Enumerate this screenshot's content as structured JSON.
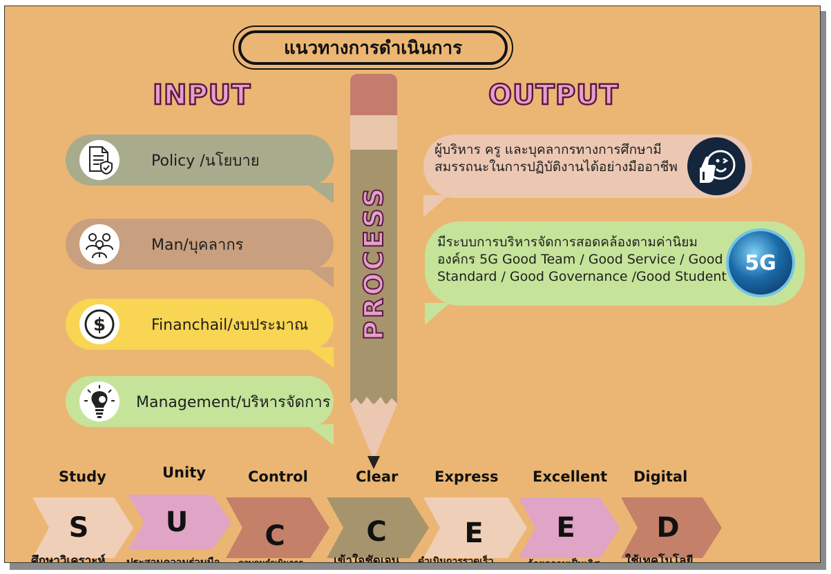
{
  "title": "แนวทางการดำเนินการ",
  "input_heading": "INPUT",
  "output_heading": "OUTPUT",
  "process_label": "PROCESS",
  "inputs": [
    {
      "label": "Policy /นโยบาย",
      "icon": "policy-document-icon",
      "color": "#a9ab8d"
    },
    {
      "label": "Man/บุคลากร",
      "icon": "people-team-icon",
      "color": "#c8a07f"
    },
    {
      "label": "Financhail/งบประมาณ",
      "icon": "dollar-coin-icon",
      "color": "#f8d552"
    },
    {
      "label": "Management/บริหารจัดการ",
      "icon": "lightbulb-gear-icon",
      "color": "#c5e49a"
    }
  ],
  "outputs": [
    {
      "text": "ผู้บริหาร ครู และบุคลากรทางการศึกษามีสมรรถนะในการปฏิบัติงานได้อย่างมืออาชีพ",
      "icon": "thumbs-up-smile-icon"
    },
    {
      "text": "มีระบบการบริหารจัดการสอดคล้องตามค่านิยมองค์กร 5G   Good Team / Good Service / Good Standard / Good Governance /Good Student",
      "icon_text": "5G"
    }
  ],
  "succeed": [
    {
      "word": "Study",
      "letter": "S",
      "thai": "ศึกษาวิเคราะห์",
      "color": "#f0cfb9"
    },
    {
      "word": "Unity",
      "letter": "U",
      "thai": "ประสานความร่วมมือ",
      "color": "#dfa4c6"
    },
    {
      "word": "Control",
      "letter": "C",
      "thai": "ควบคุมดำเนินการ",
      "color": "#c48069"
    },
    {
      "word": "Clear",
      "letter": "C",
      "thai": "เข้าใจชัดเจน",
      "color": "#a6946d"
    },
    {
      "word": "Express",
      "letter": "E",
      "thai": "ดำเนินการรวดเร็ว",
      "color": "#f0cfb9"
    },
    {
      "word": "Excellent",
      "letter": "E",
      "thai": "ด้วยความเป็นเลิศ",
      "color": "#dfa4c6"
    },
    {
      "word": "Digital",
      "letter": "D",
      "thai": "ใช้เทคโนโลยี",
      "color": "#c48069"
    }
  ]
}
